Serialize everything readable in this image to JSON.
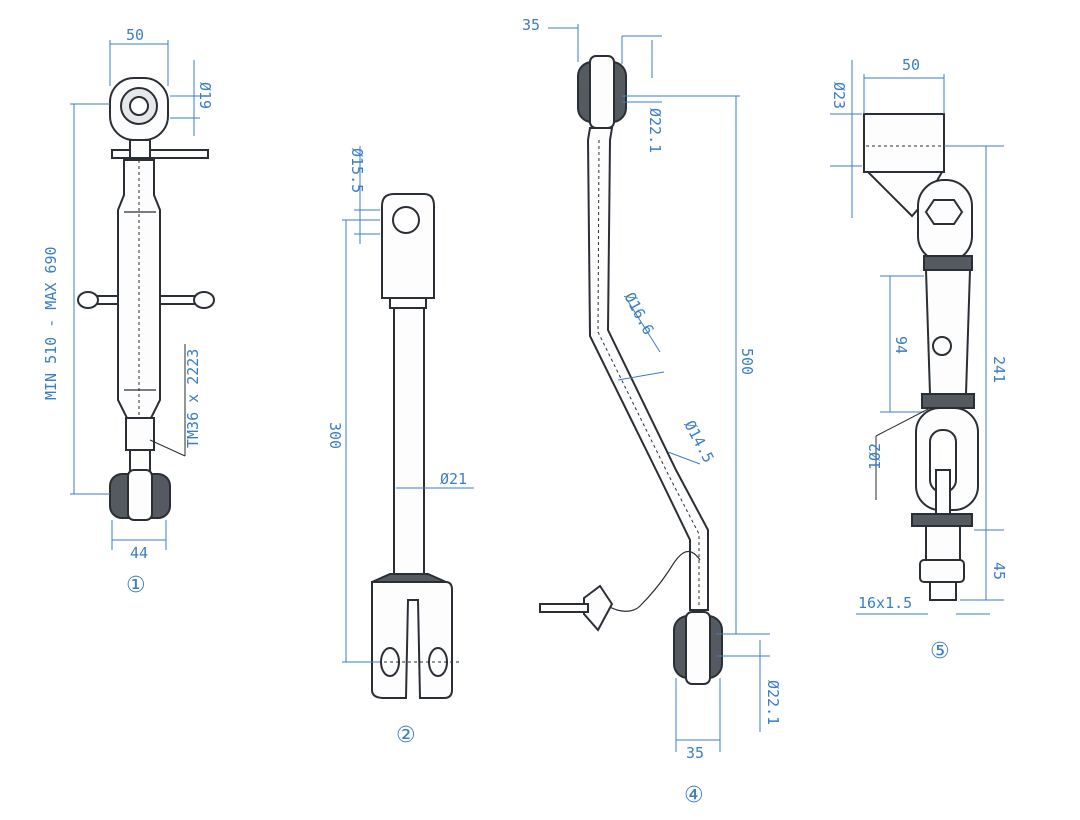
{
  "drawing": {
    "part1": {
      "label": "①",
      "dim_top_width": "50",
      "dim_top_height": "Ø19",
      "dim_length": "MIN 510 - MAX 690",
      "dim_thread": "TM36 x 2223",
      "dim_bottom_width": "44"
    },
    "part2": {
      "label": "②",
      "dim_pin": "Ø15.5",
      "dim_length": "300",
      "dim_rod": "Ø21"
    },
    "part4": {
      "label": "④",
      "dim_top_offset": "35",
      "dim_top_pin": "Ø22.1",
      "dim_rod_1": "Ø16.6",
      "dim_rod_2": "Ø14.5",
      "dim_length": "500",
      "dim_bottom_pin": "Ø22.1",
      "dim_bottom_width": "35"
    },
    "part5": {
      "label": "⑤",
      "dim_block_width": "50",
      "dim_block_height": "Ø23",
      "dim_swivel": "94",
      "dim_thread": "1Ø2",
      "dim_length": "241",
      "dim_tail": "45",
      "dim_nut": "16x1.5"
    }
  }
}
